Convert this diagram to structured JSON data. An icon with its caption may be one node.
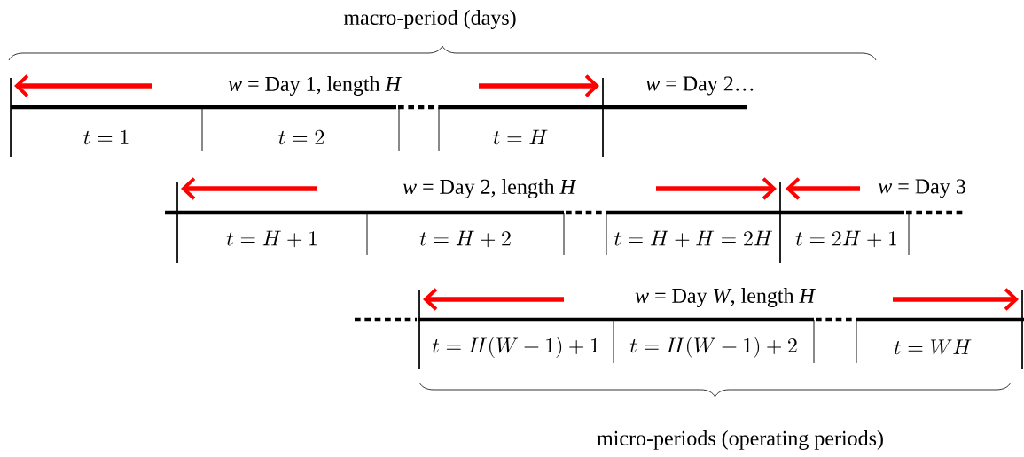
{
  "diagram": {
    "labels": [
      "macro-period (days)",
      "*w* = Day 1, length *H*",
      "*w* = Day 2…",
      "t = 1",
      "t = 2",
      "t = H",
      "*w* = Day 2, length *H*",
      "*w* = Day 3",
      "t = H + 1",
      "t = H + 2",
      "t = H + H = 2H",
      "t = 2H + 1",
      "*w* = Day *W*, length *H*",
      "t = H(W - 1) + 1",
      "t = H(W - 1) + 2",
      "t = WH",
      "micro-periods (operating periods)"
    ]
  }
}
